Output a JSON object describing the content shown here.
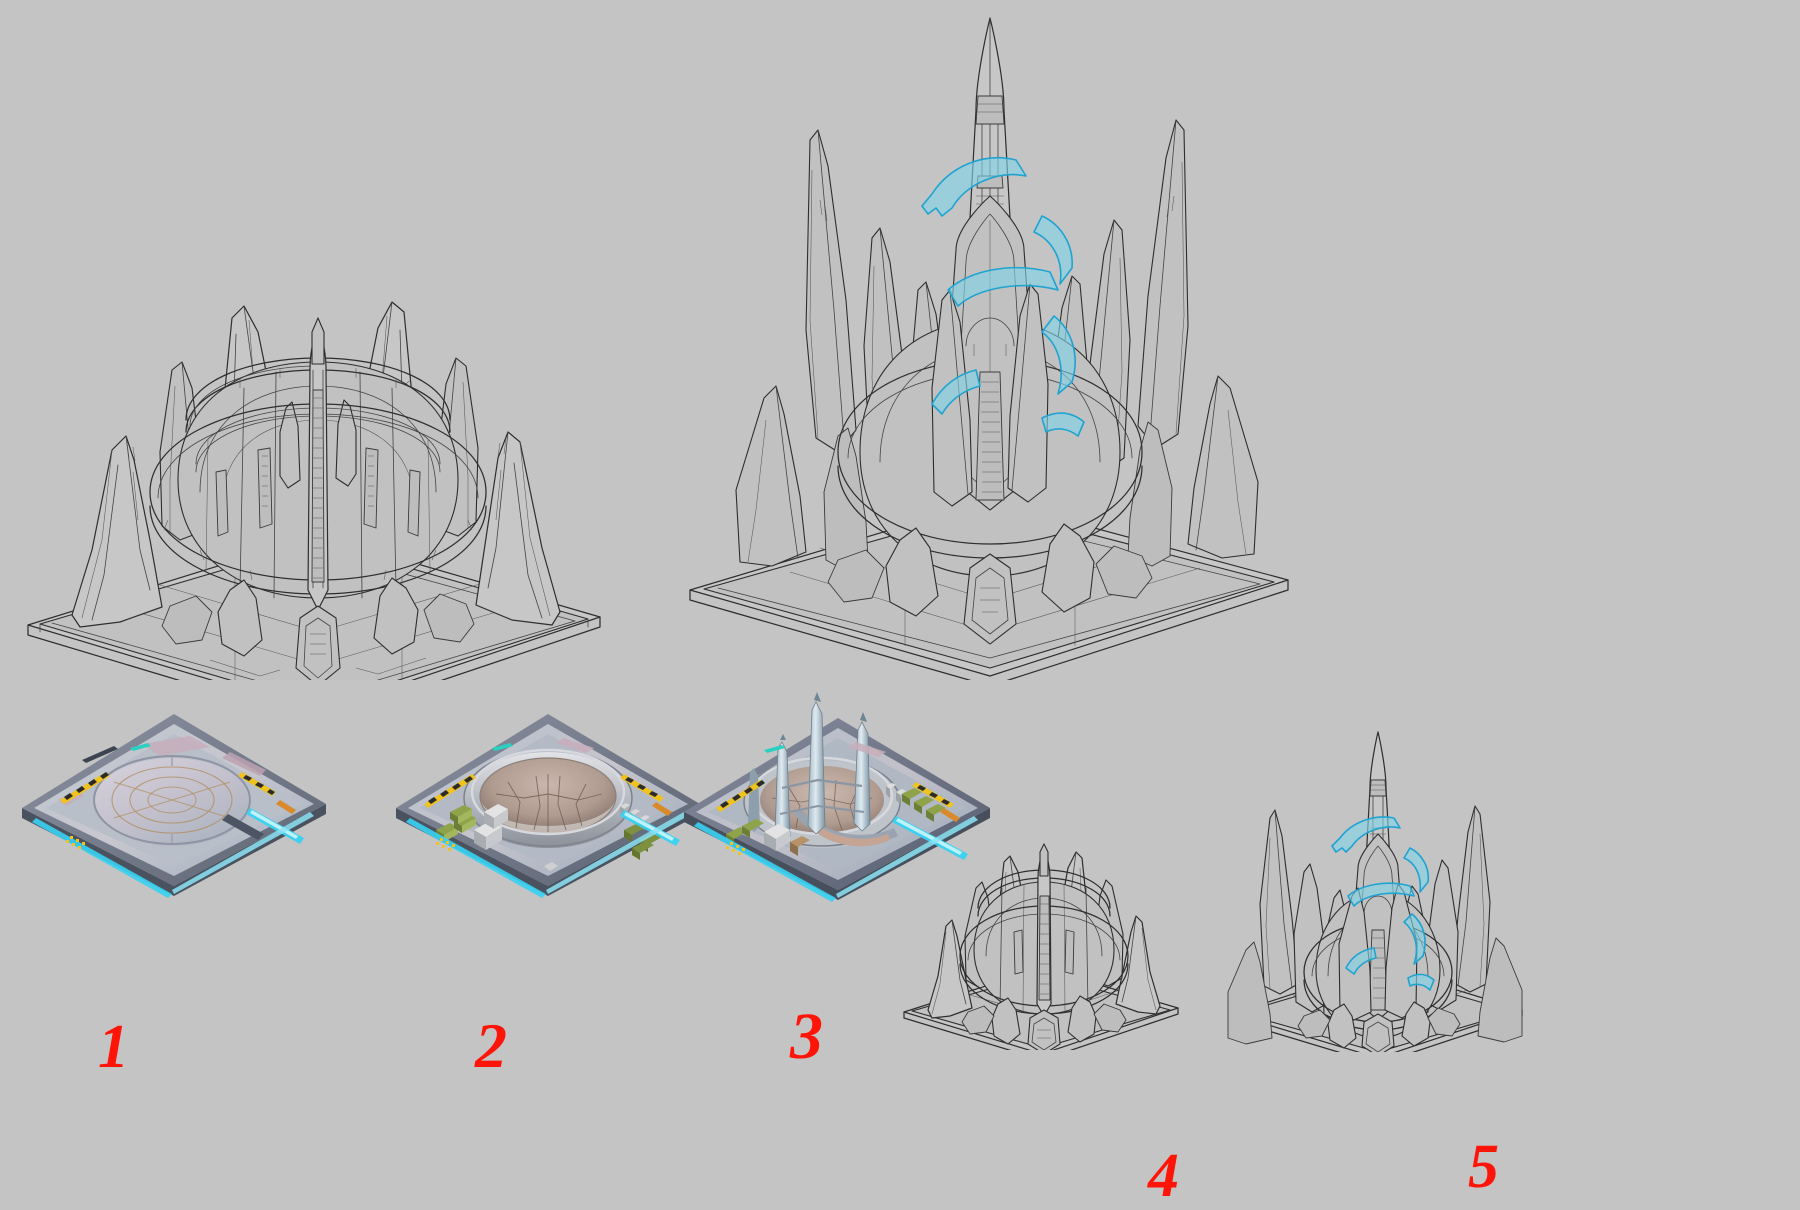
{
  "sheet": {
    "background_color": "#c4c4c4",
    "line_color": "#2e2e2e",
    "accent_energy_color": "#7fd4e8",
    "annotation_color": "#ff1408",
    "title": "",
    "subtitle": ""
  },
  "concept_views": [
    {
      "id": "view-left",
      "name": "tier-1-tower-lineart",
      "label": "",
      "style": "line-art",
      "has_energy_accents": false,
      "description": "Isometric line drawing of completed tier-1 alien tower on square foundation pad with orbital rings and blade spires."
    },
    {
      "id": "view-right",
      "name": "tier-2-tower-lineart",
      "label": "",
      "style": "line-art",
      "has_energy_accents": true,
      "description": "Isometric line drawing of fully evolved tier-2 alien tower with tall central spire, ring of blade spires and cyan energy bands."
    }
  ],
  "stages": [
    {
      "number": "1",
      "name": "foundation-pad",
      "label": "",
      "kind": "rendered-thumbnail",
      "features": [
        "circular landing pad",
        "hazard stripes",
        "cyan light strip",
        "pink access panels"
      ]
    },
    {
      "number": "2",
      "name": "excavated-pit",
      "label": "",
      "kind": "rendered-thumbnail",
      "features": [
        "excavated rock pit",
        "retaining ring",
        "green supply crates",
        "white equipment units",
        "hazard barriers"
      ]
    },
    {
      "number": "3",
      "name": "spire-scaffolding",
      "label": "",
      "kind": "rendered-thumbnail",
      "features": [
        "erected spire masts",
        "crane arm",
        "supply crates",
        "cyan light strip"
      ]
    },
    {
      "number": "4",
      "name": "tier-1-tower",
      "label": "",
      "kind": "line-art-thumbnail",
      "features": [
        "orbital ring",
        "blade spires",
        "central mast"
      ]
    },
    {
      "number": "5",
      "name": "tier-2-tower",
      "label": "",
      "kind": "line-art-thumbnail",
      "features": [
        "tall central spire",
        "spire crown",
        "cyan energy bands"
      ]
    }
  ]
}
